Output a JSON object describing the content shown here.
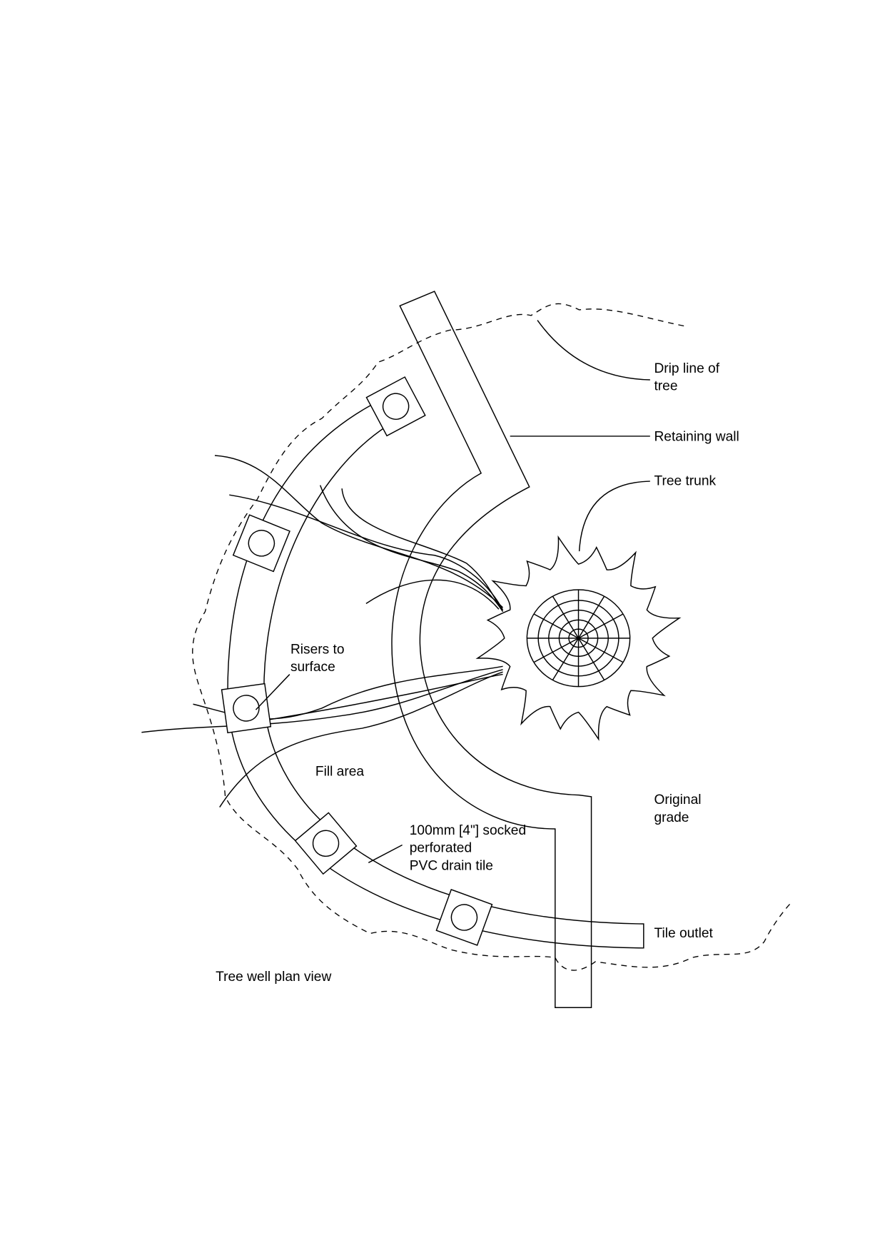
{
  "title": "Tree well plan view",
  "labels": {
    "drip_line_1": "Drip line of",
    "drip_line_2": "tree",
    "retaining_wall": "Retaining wall",
    "tree_trunk": "Tree trunk",
    "risers_1": "Risers to",
    "risers_2": "surface",
    "fill_area": "Fill area",
    "original_grade_1": "Original",
    "original_grade_2": "grade",
    "drain_tile_1": "100mm [4\"] socked",
    "drain_tile_2": "perforated",
    "drain_tile_3": "PVC drain tile",
    "tile_outlet": "Tile outlet"
  }
}
